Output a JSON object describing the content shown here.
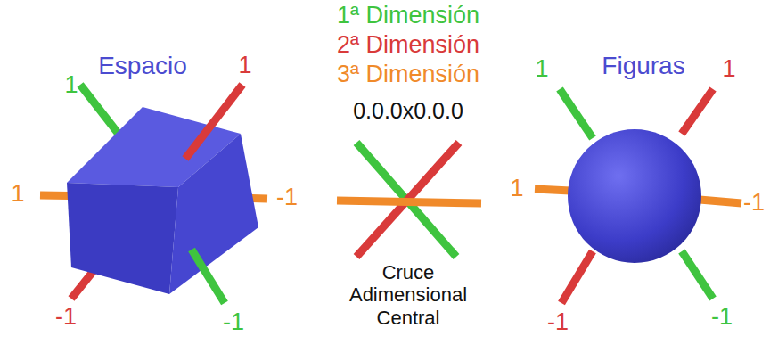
{
  "diagram": {
    "labels": [
      "1",
      "Espacio",
      "1",
      "1",
      "-1",
      "-1",
      "-1",
      "1ª Dimensión",
      "2ª Dimensión",
      "3ª Dimensión",
      "0.0.0x0.0.0",
      "Cruce Adimensional Central",
      "1",
      "Figuras",
      "1",
      "1",
      "-1",
      "-1",
      "-1"
    ]
  }
}
